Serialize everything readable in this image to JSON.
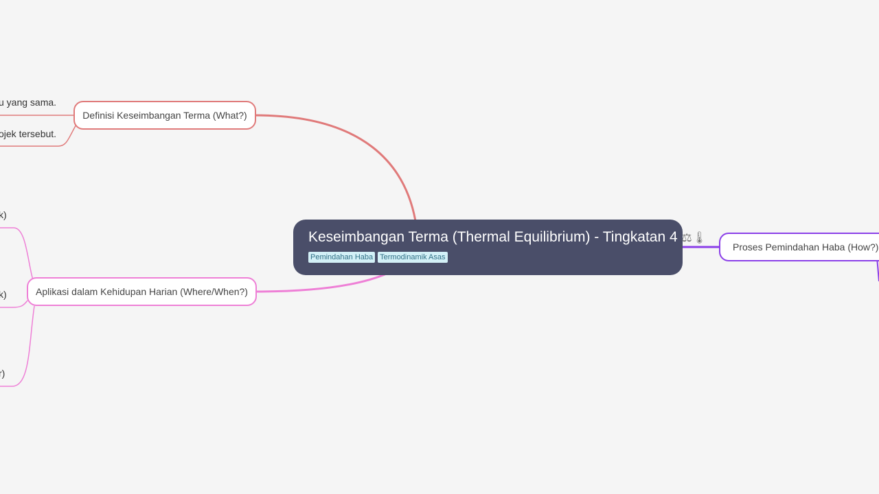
{
  "root": {
    "title": "Keseimbangan Terma (Thermal Equilibrium) - Tingkatan 4",
    "emoji": "⚖🌡",
    "tags": [
      "Pemindahan Haba",
      "Termodinamik Asas"
    ]
  },
  "branches": [
    {
      "label": "Definisi Keseimbangan Terma (What?)",
      "color": "#e07a7a",
      "children": [
        "u yang sama.",
        "ojek tersebut."
      ]
    },
    {
      "label": "Aplikasi dalam Kehidupan Harian (Where/When?)",
      "color": "#ee7fd6",
      "children": [
        "k)",
        "k)",
        "r)"
      ]
    },
    {
      "label": "Proses Pemindahan Haba (How?)",
      "color": "#8a3ee8",
      "children": []
    }
  ]
}
